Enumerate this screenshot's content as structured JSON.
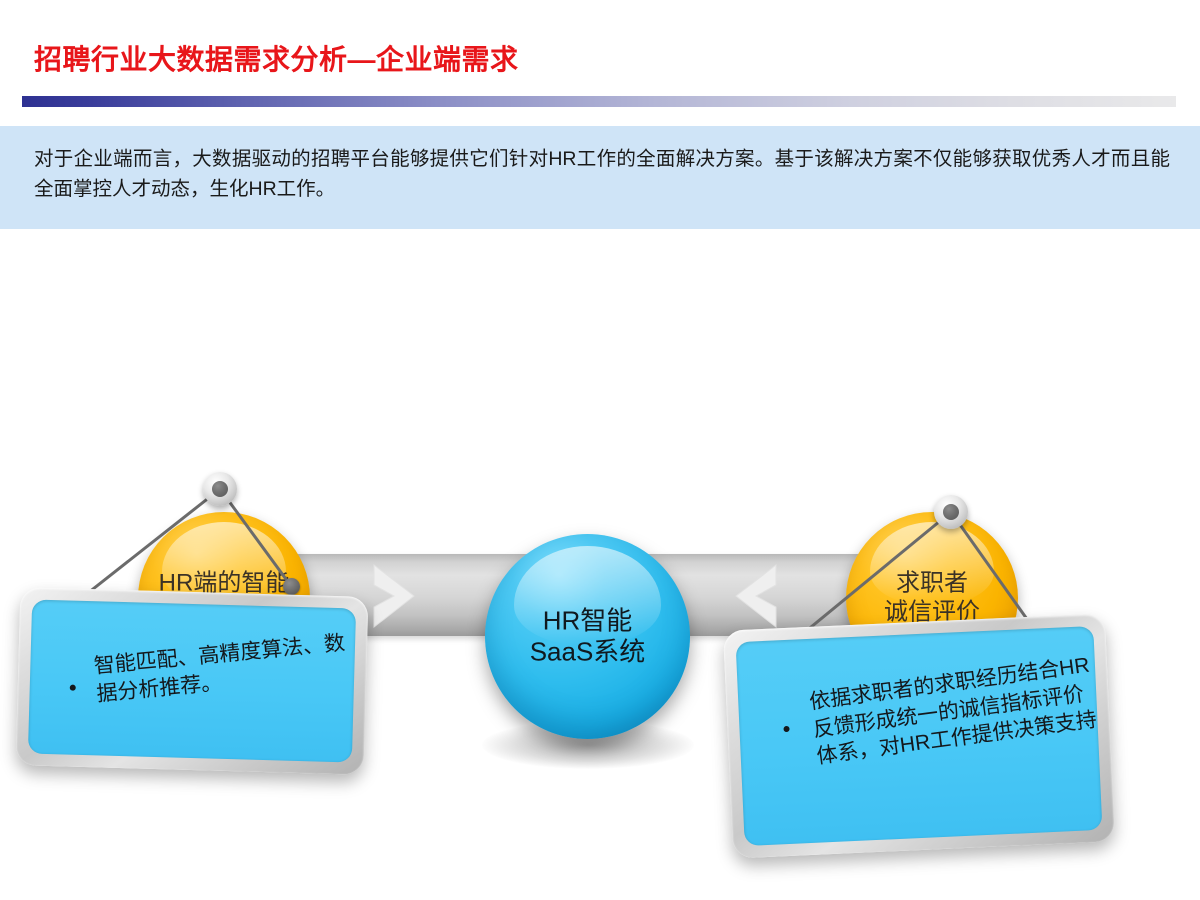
{
  "slide": {
    "title": "招聘行业大数据需求分析—企业端需求",
    "title_color": "#e8161a",
    "intro": "对于企业端而言，大数据驱动的招聘平台能够提供它们针对HR工作的全面解决方案。基于该解决方案不仅能够获取优秀人才而且能全面掌控人才动态，生化HR工作。",
    "intro_band_color": "#cfe4f7",
    "rule_start_color": "#2e3192",
    "rule_end_color": "#e9e9ea"
  },
  "diagram": {
    "nodes": [
      {
        "id": "left",
        "label": "HR端的智能\n匹配功能",
        "color": "#fbb400",
        "shape": "circle"
      },
      {
        "id": "center",
        "label": "HR智能\nSaaS系统",
        "color": "#2fbdee",
        "shape": "circle"
      },
      {
        "id": "right",
        "label": "求职者\n诚信评价",
        "color": "#fbb400",
        "shape": "circle"
      }
    ],
    "connector_color": "#d2d2d2",
    "arrows": [
      {
        "id": "left-to-center",
        "direction": "right",
        "icon": "chevron-right-icon",
        "color": "#efefef"
      },
      {
        "id": "right-to-center",
        "direction": "left",
        "icon": "chevron-left-icon",
        "color": "#efefef"
      }
    ],
    "callouts": [
      {
        "id": "left-callout",
        "text": "智能匹配、高精度算法、数据分析推荐。",
        "panel_color": "#49c8f6",
        "frame_color": "#cbcbcb"
      },
      {
        "id": "right-callout",
        "text": "依据求职者的求职经历结合HR反馈形成统一的诚信指标评价体系，对HR工作提供决策支持",
        "panel_color": "#49c8f6",
        "frame_color": "#cbcbcb"
      }
    ]
  }
}
